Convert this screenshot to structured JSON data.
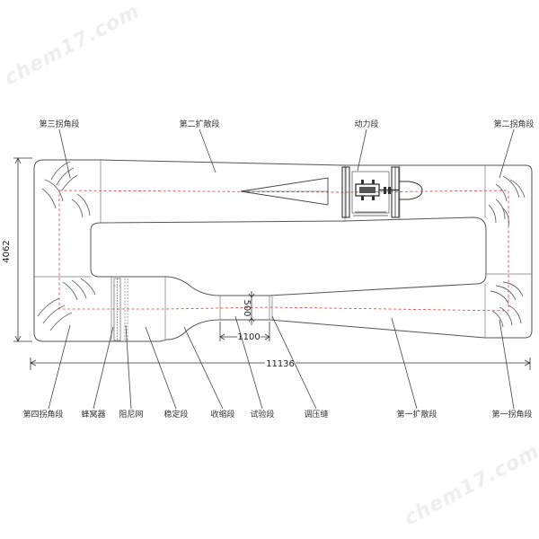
{
  "watermark": {
    "text": "chem17.com"
  },
  "labels": {
    "third_corner": "第三拐角段",
    "second_diffuser": "第二扩散段",
    "power_section": "动力段",
    "second_corner": "第二拐角段",
    "fourth_corner": "第四拐角段",
    "honeycomb": "蜂窝器",
    "damping_screen": "阻尼网",
    "settling": "稳定段",
    "contraction": "收缩段",
    "test_section": "试验段",
    "pressure_slot": "调压缝",
    "first_diffuser": "第一扩散段",
    "first_corner": "第一拐角段"
  },
  "dimensions": {
    "height": "4062",
    "total_length": "11136",
    "test_length": "1100",
    "test_height": "500"
  },
  "colors": {
    "outline": "#555555",
    "centerline": "#e23b3b",
    "text": "#333333"
  }
}
